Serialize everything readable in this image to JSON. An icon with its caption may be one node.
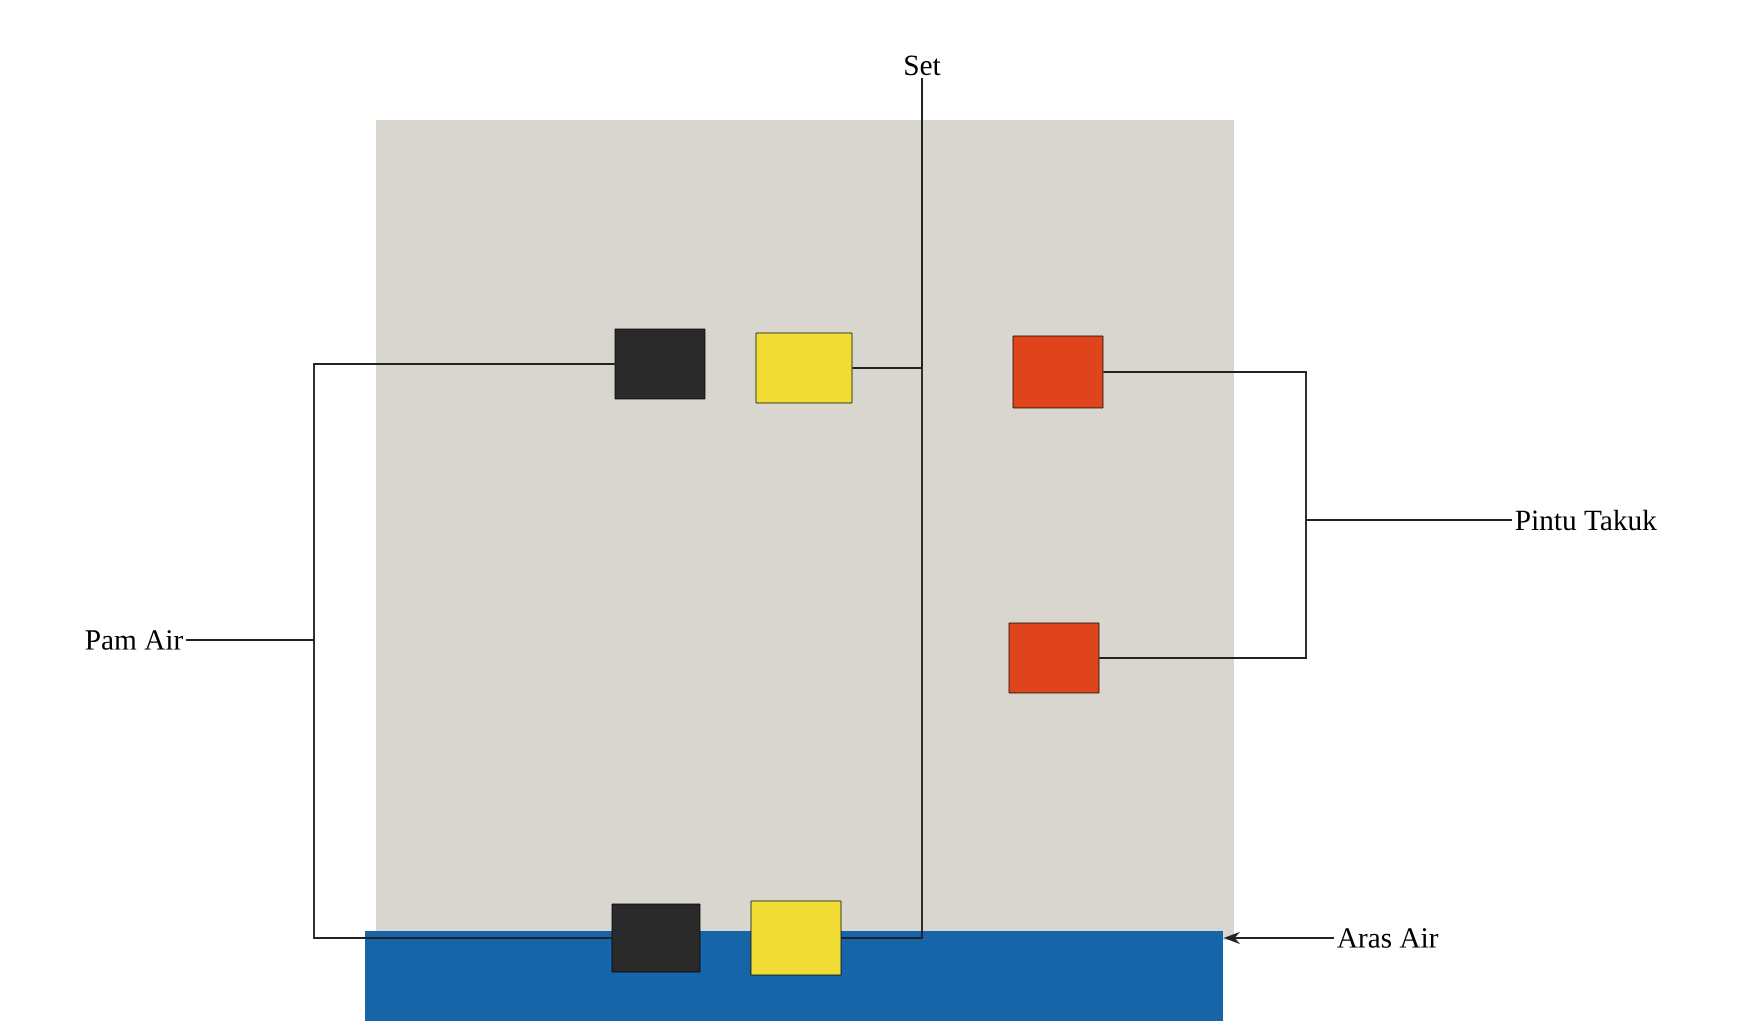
{
  "diagram": {
    "nodes": [
      {
        "text": [
          "Set"
        ]
      },
      {
        "text": [],
        "shape": "box"
      },
      {
        "text": [],
        "shape": "box"
      },
      {
        "text": [],
        "shape": "box"
      },
      {
        "text": [
          "Pintu Takuk"
        ]
      },
      {
        "text": [
          "Pam Air"
        ]
      },
      {
        "text": [],
        "shape": "box"
      },
      {
        "text": [],
        "shape": "box"
      },
      {
        "text": [],
        "shape": "box"
      },
      {
        "text": [],
        "shape": "bar"
      },
      {
        "text": [
          "Aras Air"
        ]
      }
    ],
    "edges": [
      {
        "from": 0,
        "to": 2,
        "arrow": "none"
      },
      {
        "from": 0,
        "to": 8,
        "arrow": "none"
      },
      {
        "from": 4,
        "to": 3,
        "arrow": "none"
      },
      {
        "from": 4,
        "to": 6,
        "arrow": "none"
      },
      {
        "from": 5,
        "to": 1,
        "arrow": "none"
      },
      {
        "from": 5,
        "to": 7,
        "arrow": "none"
      },
      {
        "from": 10,
        "to": 9,
        "arrow": "to"
      }
    ]
  }
}
